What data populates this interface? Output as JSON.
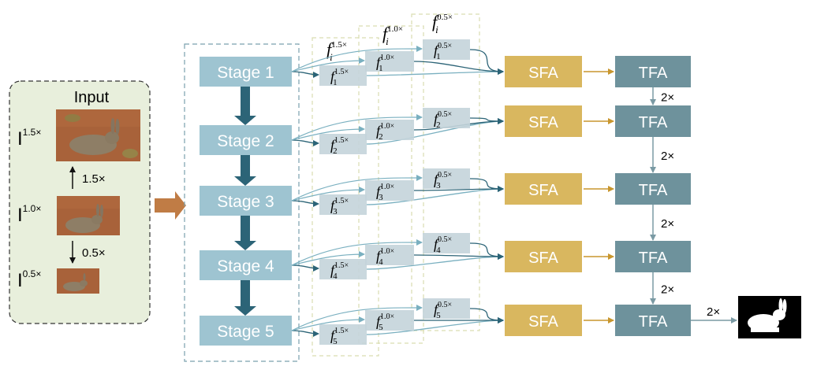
{
  "input_panel": {
    "title": "Input",
    "scales": [
      {
        "symbol": "I",
        "sup": "1.5×"
      },
      {
        "symbol": "I",
        "sup": "1.0×"
      },
      {
        "symbol": "I",
        "sup": "0.5×"
      }
    ],
    "up_factor": "1.5×",
    "down_factor": "0.5×"
  },
  "stages": [
    "Stage 1",
    "Stage 2",
    "Stage 3",
    "Stage 4",
    "Stage 5"
  ],
  "feature_group_labels": [
    {
      "symbol": "f",
      "sub": "i",
      "sup": "1.5×"
    },
    {
      "symbol": "f",
      "sub": "i",
      "sup": "1.0×"
    },
    {
      "symbol": "f",
      "sub": "i",
      "sup": "0.5×"
    }
  ],
  "feature_sups": [
    "1.5×",
    "1.0×",
    "0.5×"
  ],
  "feature_subs": [
    "1",
    "2",
    "3",
    "4",
    "5"
  ],
  "sfa_label": "SFA",
  "tfa_label": "TFA",
  "upsample_label": "2×",
  "colors": {
    "stage": "#9ec4d1",
    "stage_arrow": "#2c6477",
    "sfa": "#d9b75f",
    "tfa": "#6e929c",
    "feature_box": "#c4d4da",
    "input_panel": "#e8efdc",
    "input_arrow": "#c07c45",
    "flow_arrow": "#c8962e"
  }
}
